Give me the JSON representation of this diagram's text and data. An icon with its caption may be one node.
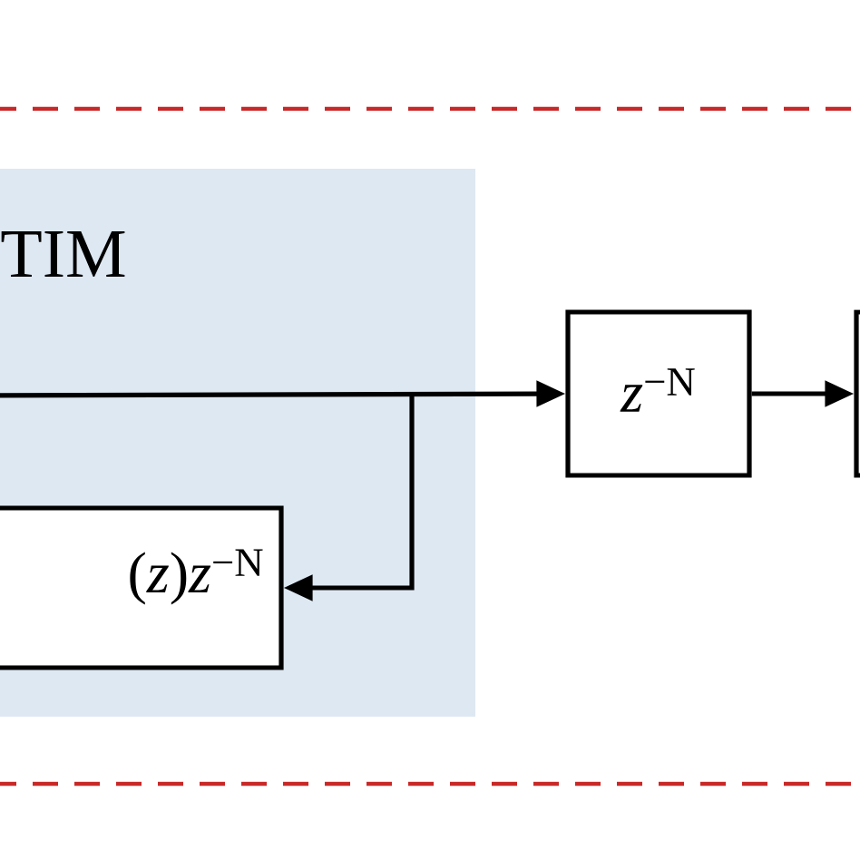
{
  "diagram": {
    "nodes": [
      {
        "text": [
          "TIM"
        ]
      },
      {
        "text": [
          "(*z*)*z*$^{−N}$"
        ],
        "in": 0
      },
      {
        "text": [
          "*z*$^{−N}$"
        ]
      },
      {
        "text": [],
        "shape": "box"
      }
    ],
    "edges": [
      {
        "from": null,
        "to": 2,
        "arrow": "to"
      },
      {
        "from": null,
        "to": 1,
        "arrow": "to"
      },
      {
        "from": 2,
        "to": 3,
        "arrow": "to"
      }
    ]
  }
}
